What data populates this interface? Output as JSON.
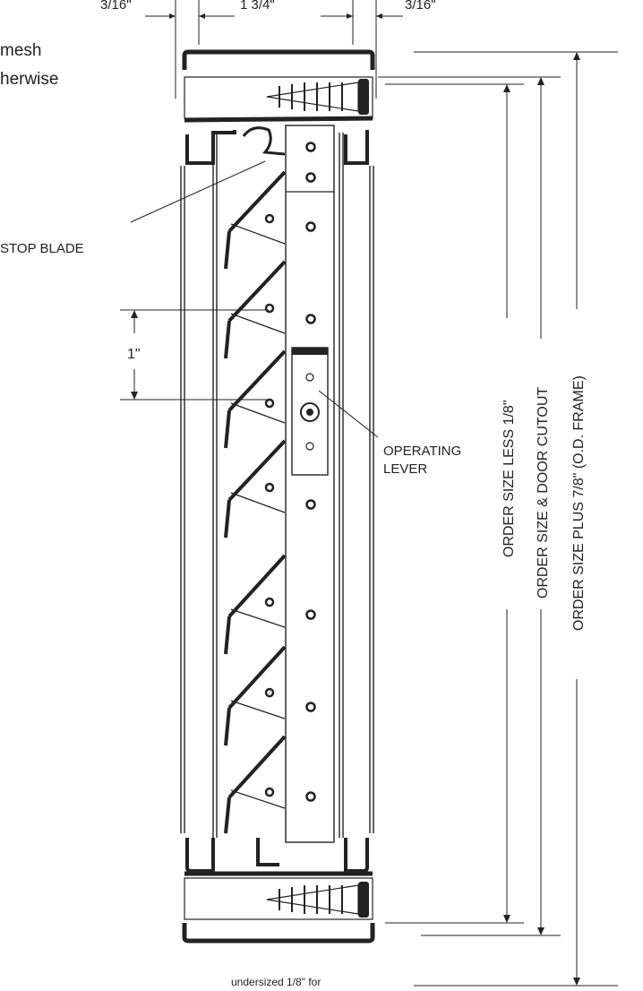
{
  "dimensions": {
    "left_flange": "3/16\"",
    "frame_depth": "1 3/4\"",
    "right_flange": "3/16\"",
    "blade_pitch": "1\""
  },
  "notes": {
    "mesh": "mesh",
    "otherwise": "herwise",
    "undersized": "undersized 1/8\" for"
  },
  "callouts": {
    "stop_blade": "STOP BLADE",
    "operating_lever_line1": "OPERATING",
    "operating_lever_line2": "LEVER"
  },
  "vertical_dims": {
    "order_less": "ORDER SIZE LESS 1/8\"",
    "order_cutout": "ORDER SIZE & DOOR CUTOUT",
    "order_plus": "ORDER SIZE  PLUS 7/8\" (O.D. FRAME)"
  },
  "colors": {
    "line": "#222222",
    "background": "#ffffff"
  }
}
